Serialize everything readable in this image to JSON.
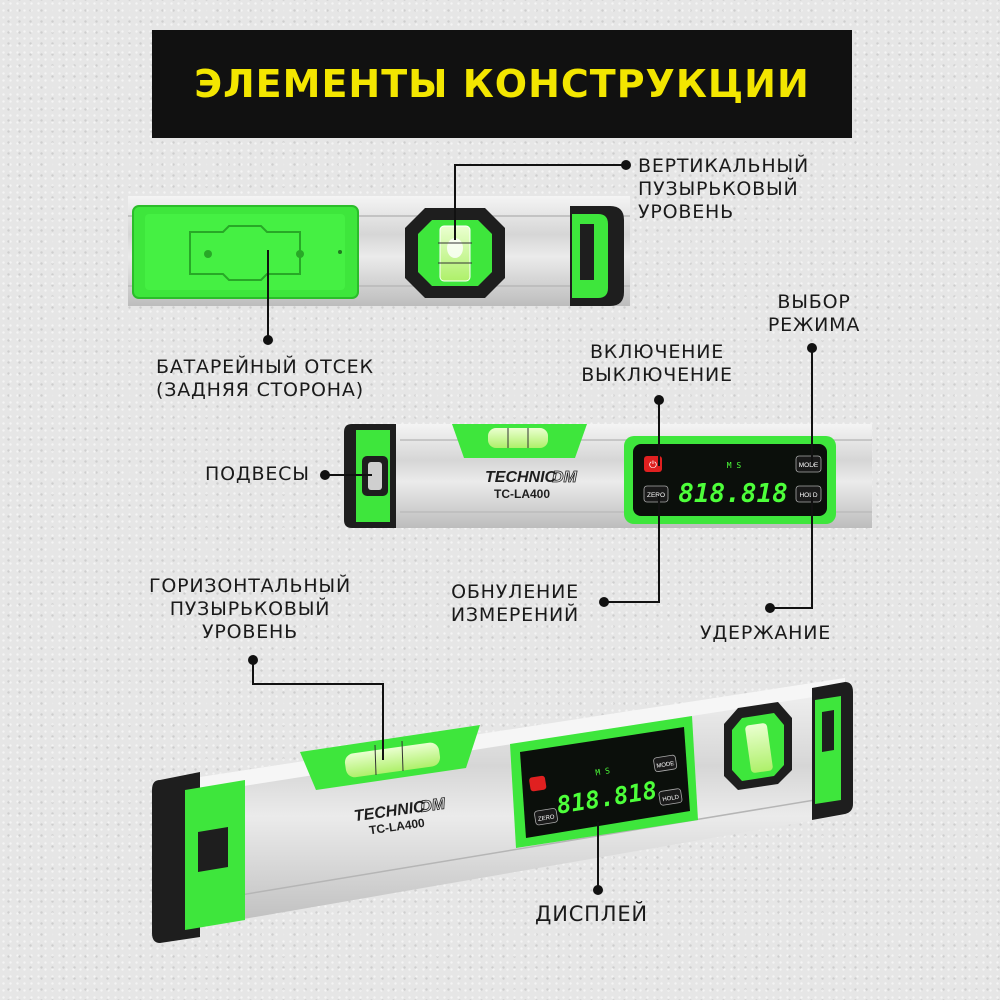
{
  "banner": {
    "title": "ЭЛЕМЕНТЫ КОНСТРУКЦИИ"
  },
  "labels": {
    "vertical_bubble": [
      "ВЕРТИКАЛЬНЫЙ",
      "ПУЗЫРЬКОВЫЙ",
      "УРОВЕНЬ"
    ],
    "battery": [
      "БАТАРЕЙНЫЙ ОТСЕК",
      "(ЗАДНЯЯ СТОРОНА)"
    ],
    "mode_select": [
      "ВЫБОР",
      "РЕЖИМА"
    ],
    "power": [
      "ВКЛЮЧЕНИЕ",
      "ВЫКЛЮЧЕНИЕ"
    ],
    "hangers": [
      "ПОДВЕСЫ"
    ],
    "zeroing": [
      "ОБНУЛЕНИЕ",
      "ИЗМЕРЕНИЙ"
    ],
    "hold": [
      "УДЕРЖАНИЕ"
    ],
    "horizontal_bubble": [
      "ГОРИЗОНТАЛЬНЫЙ",
      "ПУЗЫРЬКОВЫЙ",
      "УРОВЕНЬ"
    ],
    "display": [
      "ДИСПЛЕЙ"
    ]
  },
  "device": {
    "brand_main": "TECHNIC",
    "brand_suffix": "DM",
    "model": "TC-LA400",
    "lcd_digits": "818.818",
    "lcd_units": "M S",
    "buttons": {
      "power": "⏻",
      "zero": "ZERO",
      "mode": "MODE",
      "hold": "HOLD"
    }
  },
  "colors": {
    "accent_green": "#39f23a",
    "banner_bg": "#111111",
    "banner_text": "#f3e600",
    "lcd_bg": "#0b0f0b",
    "lcd_digits": "#4dff3a",
    "power_red": "#e02020"
  },
  "icons": [
    "power-icon",
    "dot-marker-icon"
  ]
}
